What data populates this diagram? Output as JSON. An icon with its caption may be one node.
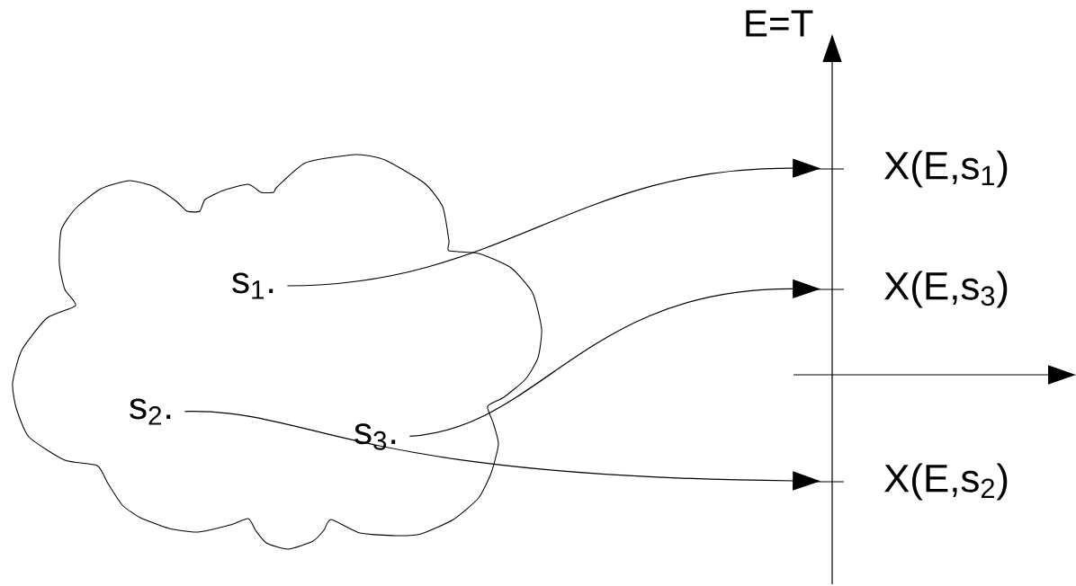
{
  "diagram": {
    "nodes": [
      {
        "text": [],
        "shape": "cloud"
      },
      {
        "text": [
          "s$_{1}$."
        ],
        "in": 0
      },
      {
        "text": [
          "s$_{2}$."
        ],
        "in": 0
      },
      {
        "text": [
          "s$_{3}$."
        ],
        "in": 0
      },
      {
        "text": [
          "X(E,s$_{1}$)"
        ]
      },
      {
        "text": [
          "X(E,s$_{3}$)"
        ]
      },
      {
        "text": [
          "X(E,s$_{2}$)"
        ]
      }
    ],
    "edges": [
      {
        "from": 1,
        "to": 4,
        "arrow": "to"
      },
      {
        "from": 3,
        "to": 5,
        "arrow": "to"
      },
      {
        "from": 2,
        "to": 6,
        "arrow": "to"
      }
    ],
    "labels": [
      "E=T"
    ]
  }
}
